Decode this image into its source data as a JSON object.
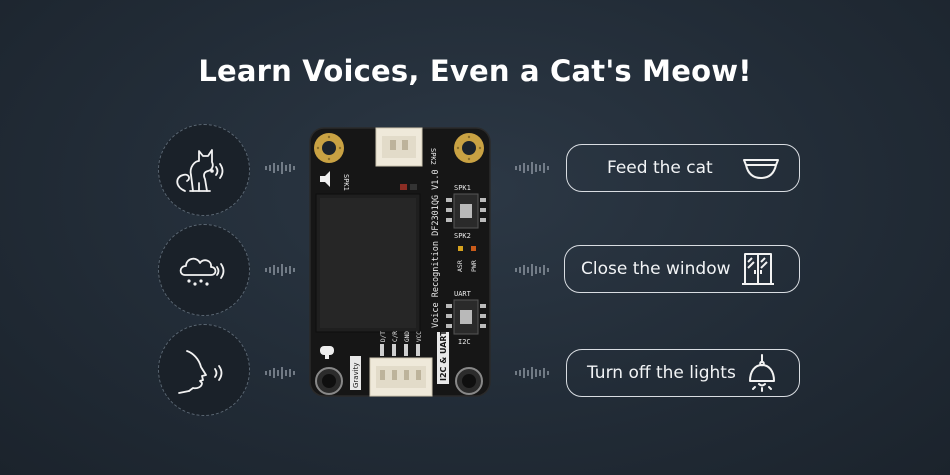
{
  "title": "Learn Voices, Even a Cat's Meow!",
  "left_icons": [
    "cat-icon",
    "rain-cloud-icon",
    "speaking-face-icon"
  ],
  "commands": [
    {
      "label": "Feed the cat",
      "icon": "bowl-icon"
    },
    {
      "label": "Close the window",
      "icon": "window-icon"
    },
    {
      "label": "Turn off the lights",
      "icon": "lamp-icon"
    }
  ],
  "board": {
    "spk2": "SPK2",
    "spk1": "SPK1",
    "spk1_switch": "SPK1",
    "spk2_switch": "SPK2",
    "model": "Voice Recognition DF2301QG V1.0",
    "asr": "ASR",
    "pwr": "PWR",
    "uart": "UART",
    "i2c": "I2C",
    "pins": [
      "D/T",
      "C/R",
      "GND",
      "VCC"
    ],
    "interface": "I2C & UART",
    "gravity": "Gravity"
  },
  "colors": {
    "background": "#232d38",
    "board": "#161616",
    "gold": "#c9a243",
    "outline": "#d9dde2"
  }
}
